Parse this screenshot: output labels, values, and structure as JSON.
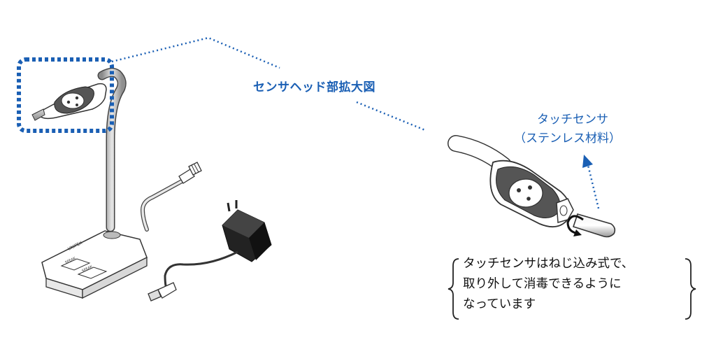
{
  "callout": {
    "zoom_label": "センサヘッド部拡大図"
  },
  "sensor": {
    "title": "タッチセンサ",
    "material": "（ステンレス材料）"
  },
  "note": {
    "lines": [
      "タッチセンサはねじ込み式で、",
      "取り外して消毒できるように",
      "なっています"
    ]
  },
  "device": {
    "button_left": "SPEAK",
    "button_right": "SPEAK",
    "brand": "UNIPEX"
  },
  "colors": {
    "accent": "#1a5fb4",
    "outline": "#333333",
    "text": "#111111"
  }
}
